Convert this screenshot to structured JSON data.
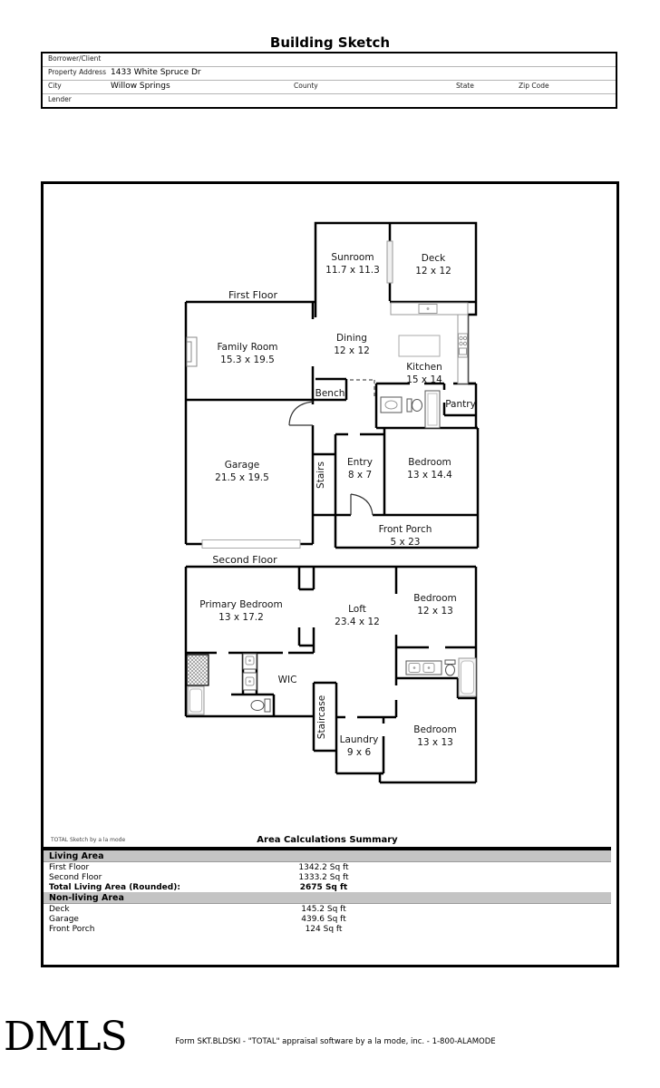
{
  "title": "Building Sketch",
  "header": {
    "borrower_label": "Borrower/Client",
    "property_label": "Property Address",
    "property_value": "1433 White Spruce Dr",
    "city_label": "City",
    "city_value": "Willow Springs",
    "county_label": "County",
    "state_label": "State",
    "zip_label": "Zip Code",
    "lender_label": "Lender"
  },
  "sketch": {
    "floor1": {
      "label": "First Floor",
      "sunroom": {
        "name": "Sunroom",
        "dims": "11.7 x 11.3"
      },
      "deck": {
        "name": "Deck",
        "dims": "12 x 12"
      },
      "family_room": {
        "name": "Family Room",
        "dims": "15.3 x 19.5"
      },
      "dining": {
        "name": "Dining",
        "dims": "12 x 12"
      },
      "kitchen": {
        "name": "Kitchen",
        "dims": "15 x 14"
      },
      "bench": {
        "name": "Bench"
      },
      "pantry": {
        "name": "Pantry"
      },
      "garage": {
        "name": "Garage",
        "dims": "21.5 x 19.5"
      },
      "stairs": {
        "name": "Stairs"
      },
      "entry": {
        "name": "Entry",
        "dims": "8 x 7"
      },
      "bedroom": {
        "name": "Bedroom",
        "dims": "13 x 14.4"
      },
      "front_porch": {
        "name": "Front Porch",
        "dims": "5 x 23"
      }
    },
    "floor2": {
      "label": "Second Floor",
      "primary_bedroom": {
        "name": "Primary Bedroom",
        "dims": "13 x 17.2"
      },
      "loft": {
        "name": "Loft",
        "dims": "23.4 x 12"
      },
      "bedroom_upper": {
        "name": "Bedroom",
        "dims": "12 x 13"
      },
      "wic": {
        "name": "WIC"
      },
      "staircase": {
        "name": "Staircase"
      },
      "laundry": {
        "name": "Laundry",
        "dims": "9 x 6"
      },
      "bedroom_lower": {
        "name": "Bedroom",
        "dims": "13 x 13"
      }
    }
  },
  "summary": {
    "watermark": "TOTAL Sketch by a la mode",
    "title": "Area Calculations Summary",
    "living_header": "Living Area",
    "living_rows": [
      {
        "label": "First Floor",
        "value": "1342.2 Sq ft"
      },
      {
        "label": "Second Floor",
        "value": "1333.2 Sq ft"
      }
    ],
    "total_label": "Total Living Area (Rounded):",
    "total_value": "2675 Sq ft",
    "nonliving_header": "Non-living Area",
    "nonliving_rows": [
      {
        "label": "Deck",
        "value": "145.2 Sq ft"
      },
      {
        "label": "Garage",
        "value": "439.6 Sq ft"
      },
      {
        "label": "Front Porch",
        "value": "124 Sq ft"
      }
    ]
  },
  "footer": {
    "logo": "DMLS",
    "form_text": "Form SKT.BLDSKI - \"TOTAL\" appraisal software by a la mode, inc. - 1-800-ALAMODE"
  }
}
